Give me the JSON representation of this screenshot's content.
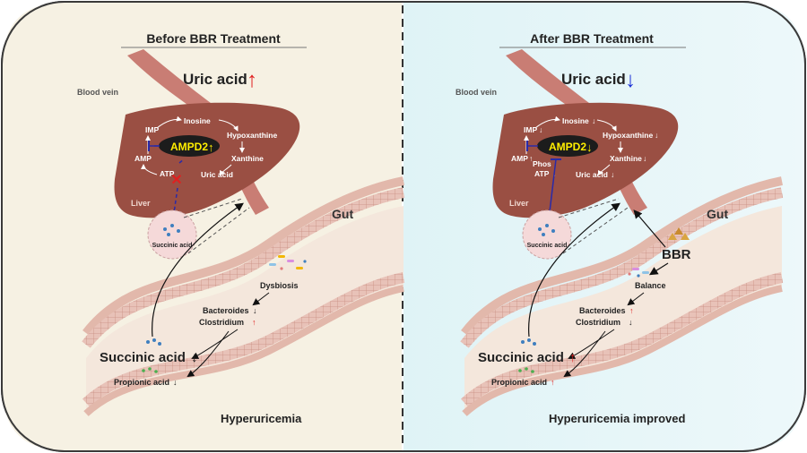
{
  "panels": {
    "before": {
      "title": "Before BBR Treatment",
      "uric_acid": "Uric acid",
      "blood_vein": "Blood vein",
      "liver": "Liver",
      "gut": "Gut",
      "enzyme": "AMPD2",
      "pathway": {
        "imp": "IMP",
        "amp": "AMP",
        "atp": "ATP",
        "inosine": "Inosine",
        "hypoxanthine": "Hypoxanthine",
        "xanthine": "Xanthine",
        "uric_acid": "Uric acid"
      },
      "succinic_small": "Succinic acid",
      "dysbiosis": "Dysbiosis",
      "bacteroides": "Bacteroides",
      "clostridium": "Clostridium",
      "succinic_big": "Succinic acid",
      "propionic": "Propionic acid",
      "condition": "Hyperuricemia"
    },
    "after": {
      "title": "After BBR Treatment",
      "uric_acid": "Uric acid",
      "blood_vein": "Blood vein",
      "liver": "Liver",
      "gut": "Gut",
      "enzyme": "AMPD2",
      "pathway": {
        "imp": "IMP",
        "amp": "AMP",
        "atp": "ATP",
        "phos": "Phos",
        "inosine": "Inosine",
        "hypoxanthine": "Hypoxanthine",
        "xanthine": "Xanthine",
        "uric_acid": "Uric acid"
      },
      "succinic_small": "Succinic acid",
      "bbr": "BBR",
      "balance": "Balance",
      "bacteroides": "Bacteroides",
      "clostridium": "Clostridium",
      "succinic_big": "Succinic acid",
      "propionic": "Propionic acid",
      "condition": "Hyperuricemia improved"
    }
  },
  "arrows": {
    "up": "↑",
    "down": "↓"
  },
  "colors": {
    "before_bg": "#f6f1e3",
    "after_bg": "#e7f6f9",
    "liver": "#9a4f43",
    "enzyme_text": "#ffee00",
    "up_arrow": "#e02020",
    "down_arrow": "#1a2fd6",
    "inhibit_line": "#2a2aa8"
  }
}
